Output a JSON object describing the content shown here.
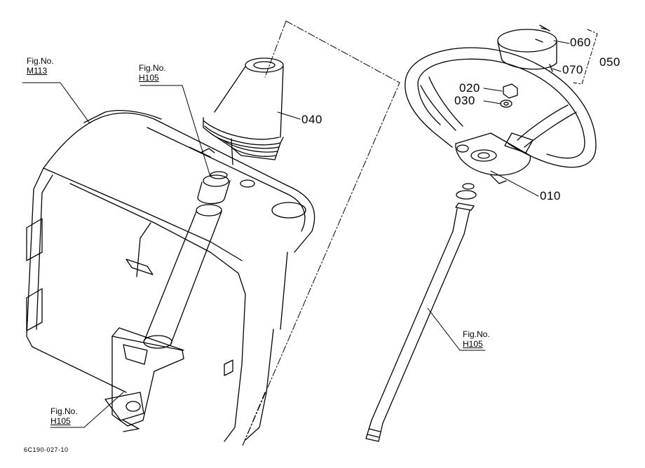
{
  "figure_refs": {
    "m113": {
      "label": "Fig.No.",
      "ref": "M113"
    },
    "h105_column": {
      "label": "Fig.No.",
      "ref": "H105"
    },
    "h105_shaft": {
      "label": "Fig.No.",
      "ref": "H105"
    },
    "h105_bottom": {
      "label": "Fig.No.",
      "ref": "H105"
    }
  },
  "parts": {
    "p010": "010",
    "p020": "020",
    "p030": "030",
    "p040": "040",
    "p050": "050",
    "p060": "060",
    "p070": "070"
  },
  "diagram_code": "6C190-027-10",
  "colors": {
    "line": "#000000",
    "background": "#ffffff"
  }
}
